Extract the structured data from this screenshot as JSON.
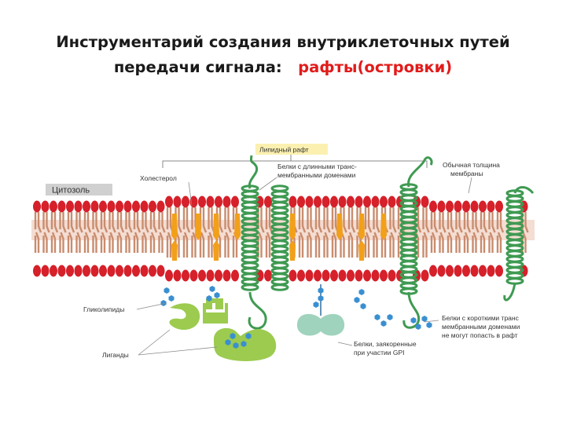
{
  "title": {
    "line1": "Инструментарий создания внутриклеточных путей",
    "line2_prefix": "передачи сигнала:",
    "line2_highlight": "рафты(островки)"
  },
  "labels": {
    "raft": "Липидный рафт",
    "cytosol": "Цитозоль",
    "cholesterol": "Холестерол",
    "long_tm_1": "Белки с длинными транс-",
    "long_tm_2": "мембранными доменами",
    "normal_1": "Обычная толщина",
    "normal_2": "мембраны",
    "glycolipids": "Гликолипиды",
    "ligands": "Лиганды",
    "gpi_1": "Белки, заякоренные",
    "gpi_2": "при участии GPI",
    "short_1": "Белки с короткими транс",
    "short_2": "мембранными доменами",
    "short_3": "не могут попасть в рафт"
  },
  "colors": {
    "head": "#d6202a",
    "tail": "#c98c6e",
    "cholesterol": "#f2a01a",
    "helix": "#3f9a52",
    "sugar": "#3a8fd0",
    "ligand": "#9ccb4f",
    "gpi": "#9fd3bd",
    "raft_label_bg": "#fbf0b0",
    "cytosol_bg": "#d0d0d0"
  }
}
